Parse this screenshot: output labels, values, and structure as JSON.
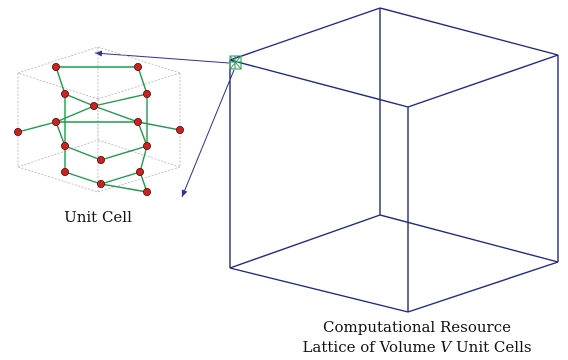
{
  "labels": {
    "unit_cell": "Unit Cell",
    "resource_line1": "Computational Resource",
    "resource_line2_a": "Lattice of Volume ",
    "resource_line2_var": "V",
    "resource_line2_b": " Unit Cells"
  },
  "colors": {
    "big_cube": "#1f2a86",
    "arrow": "#2c3496",
    "unit_cell_box": "#b4b4b4",
    "lattice_bond": "#1f9a4b",
    "atom_fill": "#cc2222",
    "atom_stroke": "#5a0c0c"
  }
}
